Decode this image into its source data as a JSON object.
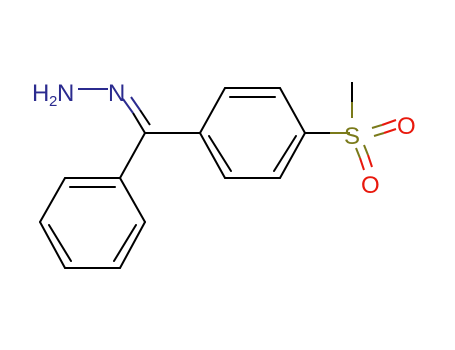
{
  "molecule": {
    "atoms": {
      "amine": {
        "main": "H",
        "sub": "2",
        "tail": "N"
      },
      "imine_n": {
        "text": "N"
      },
      "sulfur": {
        "text": "S"
      },
      "oxygen_1": {
        "text": "O"
      },
      "oxygen_2": {
        "text": "O"
      }
    },
    "colors": {
      "bond": "#000000",
      "nitrogen": "#2b2b8f",
      "sulfur": "#7a7a1a",
      "oxygen": "#e8180c"
    }
  }
}
